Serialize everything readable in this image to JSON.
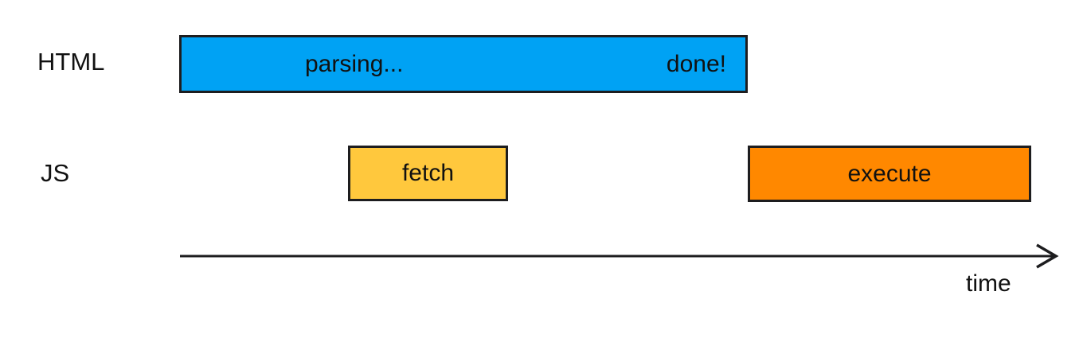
{
  "diagram": {
    "title": "html-parsing-vs-js-timeline",
    "rows": {
      "html": {
        "label": "HTML"
      },
      "js": {
        "label": "JS"
      }
    },
    "bars": {
      "parsing": {
        "row": "HTML",
        "left_label": "parsing...",
        "right_label": "done!",
        "color": "#00a2f4"
      },
      "fetch": {
        "row": "JS",
        "label": "fetch",
        "color": "#ffc83d"
      },
      "execute": {
        "row": "JS",
        "label": "execute",
        "color": "#ff8800"
      }
    },
    "axis": {
      "label": "time",
      "line_color": "#1d1d1f"
    },
    "colors": {
      "background": "#ffffff",
      "bar_border": "#1d1d1f",
      "text": "#111111"
    }
  }
}
